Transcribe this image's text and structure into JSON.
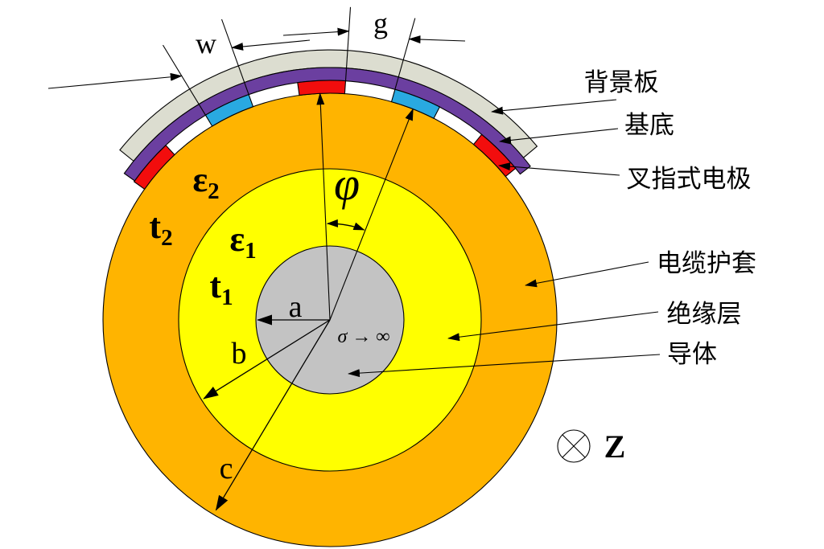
{
  "diagram": {
    "colors": {
      "jacket": "#FFB400",
      "insulation": "#FFFF00",
      "conductor": "#C3C3C3",
      "backing_plate": "#DCDDD0",
      "substrate": "#6B3FA0",
      "electrode_red": "#F20D0D",
      "electrode_blue": "#29A9E1",
      "outline": "#000000",
      "background": "#FFFFFF"
    },
    "callouts": {
      "backing_plate": "背景板",
      "substrate": "基底",
      "interdigital_electrode": "叉指式电极",
      "cable_jacket": "电缆护套",
      "insulation_layer": "绝缘层",
      "conductor": "导体"
    },
    "dimensions": {
      "electrode_width": "w",
      "electrode_gap": "g",
      "pitch_angle": "φ",
      "radius_a": "a",
      "radius_b": "b",
      "radius_c": "c"
    },
    "layers": {
      "eps2_base": "ε",
      "eps2_sub": "2",
      "t2_base": "t",
      "t2_sub": "2",
      "eps1_base": "ε",
      "eps1_sub": "1",
      "t1_base": "t",
      "t1_sub": "1"
    },
    "conductor_property": "σ → ∞",
    "z_axis_label": "Z"
  }
}
